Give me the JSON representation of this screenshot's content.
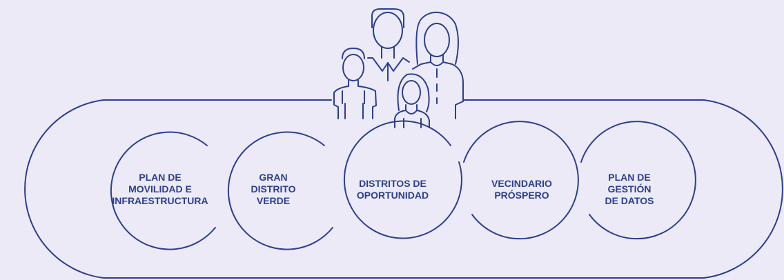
{
  "diagram": {
    "colors": {
      "stroke": "#2c3e8f",
      "text": "#2c3e8f",
      "background": "#ebeaf6"
    },
    "icon": "family-icon",
    "pillars": [
      {
        "id": "movilidad",
        "label": "PLAN DE\nMOVILIDAD E\nINFRAESTRUCTURA"
      },
      {
        "id": "verde",
        "label": "GRAN\nDISTRITO\nVERDE"
      },
      {
        "id": "oportunidad",
        "label": "DISTRITOS DE\nOPORTUNIDAD"
      },
      {
        "id": "vecindario",
        "label": "VECINDARIO\nPRÓSPERO"
      },
      {
        "id": "datos",
        "label": "PLAN DE\nGESTIÓN\nDE DATOS"
      }
    ]
  }
}
